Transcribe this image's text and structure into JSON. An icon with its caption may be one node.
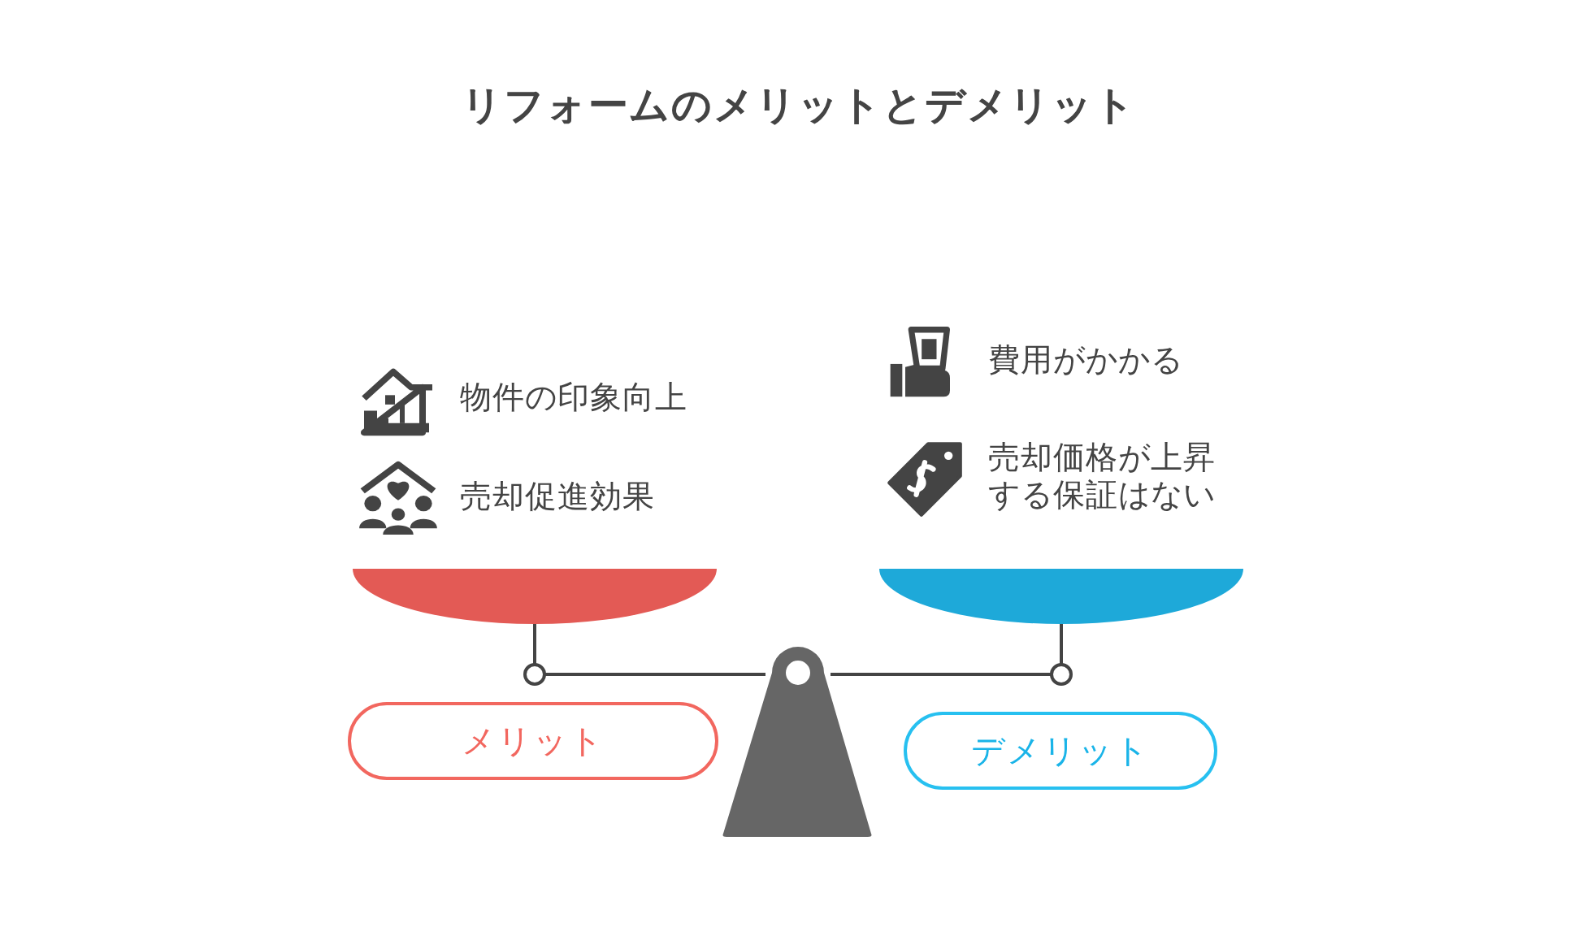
{
  "diagram": {
    "title": "リフォームのメリットとデメリット",
    "nodes": [
      {
        "text": [
          "メリット"
        ]
      },
      {
        "text": [
          "デメリット"
        ]
      }
    ],
    "labels": [
      "物件の印象向上",
      "売却促進効果",
      "費用がかかる",
      "売却価格が上昇する保証はない"
    ]
  }
}
